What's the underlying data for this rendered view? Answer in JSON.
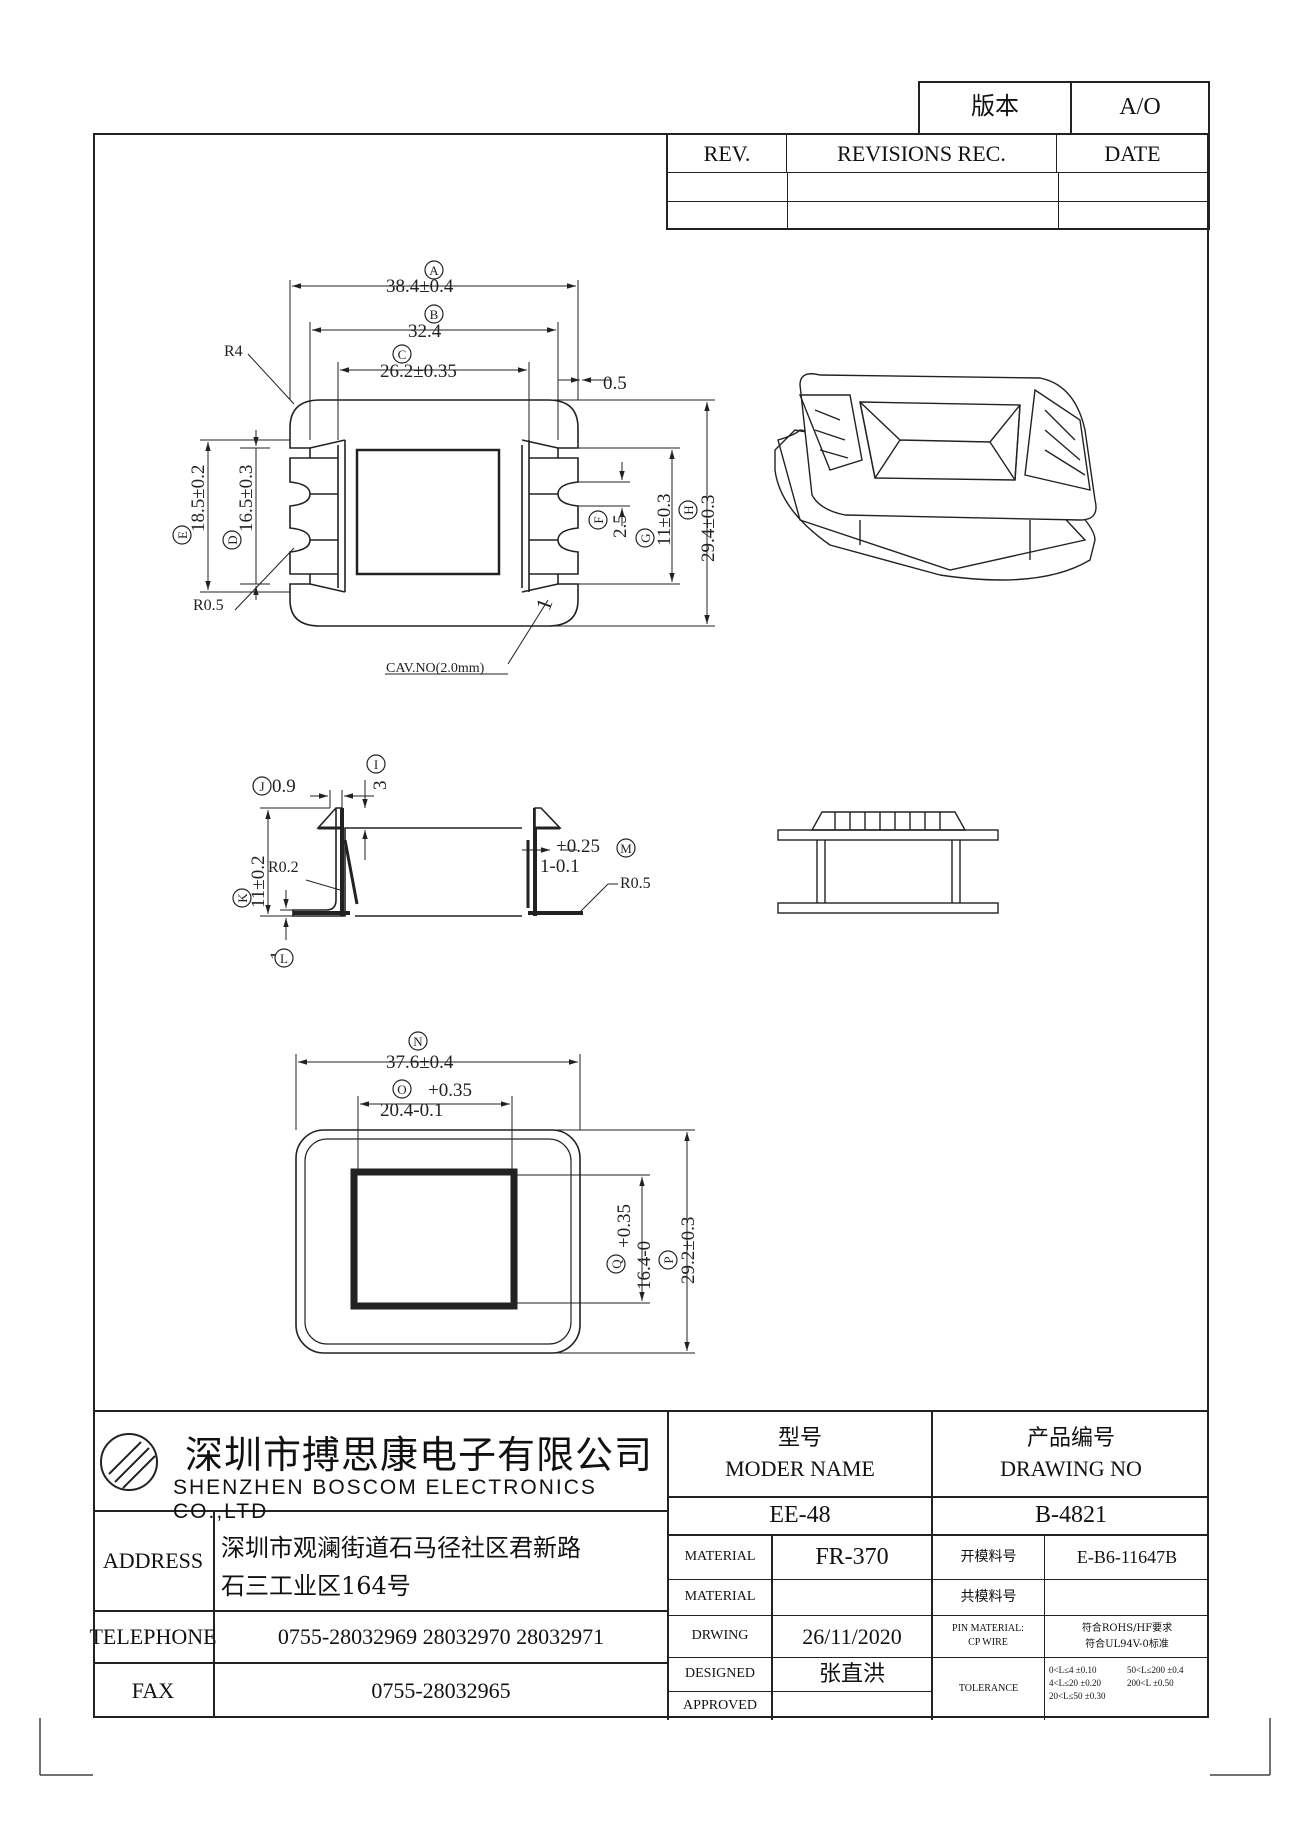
{
  "version_box": {
    "label": "版本",
    "value": "A/O"
  },
  "revisions": {
    "headers": [
      "REV.",
      "REVISIONS REC.",
      "DATE"
    ]
  },
  "top_view": {
    "A_dim": "38.4±0.4",
    "B_dim": "32.4",
    "C_dim": "26.2±0.35",
    "gap_dim": "0.5",
    "R4": "R4",
    "E_dim": "18.5±0.2",
    "D_dim": "16.5±0.3",
    "F_dim": "2.5",
    "G_dim": "11±0.3",
    "H_dim": "29.4±0.3",
    "R05": "R0.5",
    "cav_label": "CAV.NO(2.0mm)",
    "cav_mark": "1"
  },
  "side_view": {
    "J_dim": "0.9",
    "I_dim": "3",
    "M_dim_upper": "+0.25",
    "M_dim_lower": "1-0.1",
    "R02": "R0.2",
    "K_dim": "11±0.2",
    "L_dim": "1",
    "R05": "R0.5"
  },
  "bottom_view": {
    "N_dim": "37.6±0.4",
    "O_dim_upper": "+0.35",
    "O_dim_lower": "20.4-0.1",
    "Q_dim_upper": "+0.35",
    "Q_dim_lower": "16.4-0",
    "P_dim": "29.2±0.3"
  },
  "balloons": [
    "A",
    "B",
    "C",
    "D",
    "E",
    "F",
    "G",
    "H",
    "I",
    "J",
    "K",
    "L",
    "M",
    "N",
    "O",
    "P",
    "Q"
  ],
  "title_block": {
    "company_cn": "深圳市搏思康电子有限公司",
    "company_en": "SHENZHEN BOSCOM ELECTRONICS CO.,LTD",
    "address_label": "ADDRESS",
    "address_line1": "深圳市观澜街道石马径社区君新路",
    "address_line2": "石三工业区164号",
    "telephone_label": "TELEPHONE",
    "telephone": "0755-28032969 28032970 28032971",
    "fax_label": "FAX",
    "fax": "0755-28032965",
    "model_cn": "型号",
    "model_en": "MODER NAME",
    "model_value": "EE-48",
    "drawing_cn": "产品编号",
    "drawing_en": "DRAWING NO",
    "drawing_value": "B-4821",
    "material_label": "MATERIAL",
    "material_value": "FR-370",
    "material2_label": "MATERIAL",
    "material2_value": "",
    "drawing_label": "DRWING",
    "drawing_date": "26/11/2020",
    "designed_label": "DESIGNED",
    "designed_value": "张直洪",
    "approved_label": "APPROVED",
    "approved_value": "",
    "mold_no_label": "开模料号",
    "mold_no_value": "E-B6-11647B",
    "shared_no_label": "共模料号",
    "shared_no_value": "",
    "pin_label_1": "PIN MATERIAL:",
    "pin_label_2": "CP WIRE",
    "pin_value_1": "符合ROHS/HF要求",
    "pin_value_2": "符合UL94V-0标准",
    "tolerance_label": "TOLERANCE",
    "tol_1": "0<L≤4 ±0.10",
    "tol_2": "50<L≤200 ±0.4",
    "tol_3": "4<L≤20 ±0.20",
    "tol_4": "200<L     ±0.50",
    "tol_5": "20<L≤50 ±0.30"
  }
}
